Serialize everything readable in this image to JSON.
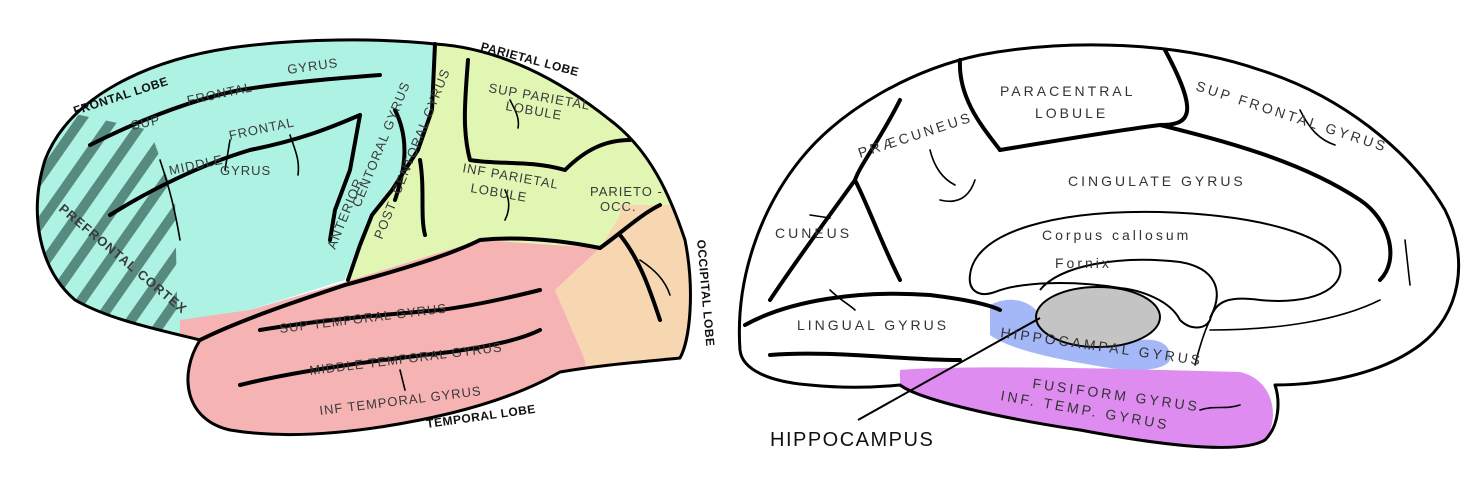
{
  "colors": {
    "frontal": "#aef2e3",
    "parietal": "#e2f6b4",
    "occipital": "#f7d6b2",
    "temporal": "#f6b3b4",
    "hatch": "#4d7f74",
    "hippocampal": "#9fb3f7",
    "fusiform": "#de8cf0",
    "thalamus": "#c4c4c4"
  },
  "lateral": {
    "lobes": {
      "frontal": "FRONTAL LOBE",
      "parietal": "PARIETAL LOBE",
      "occipital": "OCCIPITAL LOBE",
      "temporal": "TEMPORAL LOBE"
    },
    "regions": {
      "sup": "SUP",
      "frontal_word": "FRONTAL",
      "gyrus_top": "GYRUS",
      "middle": "MIDDLE",
      "frontal_mid": "FRONTAL",
      "gyrus_mid": "GYRUS",
      "prefrontal_cortex": "PREFRONTAL CORTEX",
      "anterior": "ANTERIOR",
      "centoral_gyrus_ant": "CENTORAL GYRUS",
      "post": "POST",
      "centoral_gyrus_post": "CENTORAL GYRUS",
      "sup_parietal": "SUP PARIETAL",
      "lobule_sup": "LOBULE",
      "inf_parietal": "INF PARIETAL",
      "lobule_inf": "LOBULE",
      "parieto": "PARIETO -",
      "occ": "OCC.",
      "sup_temporal": "SUP TEMPORAL GYRUS",
      "middle_temporal": "MIDDLE TEMPORAL GYRUS",
      "inf_temporal": "INF TEMPORAL GYRUS"
    }
  },
  "medial": {
    "regions": {
      "paracentral": "PARACENTRAL",
      "lobule": "LOBULE",
      "praecuneus": "PRÆCUNEUS",
      "sup_frontal": "SUP FRONTAL GYRUS",
      "cingulate": "CINGULATE GYRUS",
      "corpus_callosum": "Corpus callosum",
      "fornix": "Fornix",
      "cuneus": "CUNEUS",
      "lingual": "LINGUAL GYRUS",
      "hippocampal": "HIPPOCAMPAL GYRUS",
      "fusiform": "FUSIFORM GYRUS",
      "inf_temp": "INF. TEMP. GYRUS"
    },
    "callout": "HIPPOCAMPUS"
  }
}
